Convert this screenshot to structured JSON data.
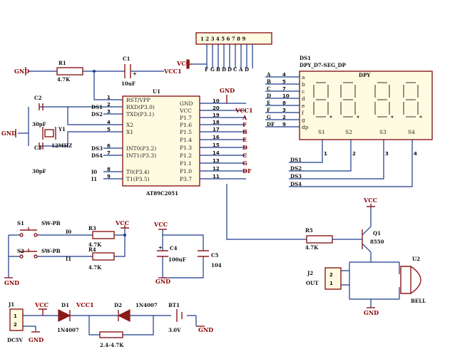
{
  "u1": {
    "ref": "U1",
    "part": "AT89C2051",
    "left_pins": [
      {
        "num": "1",
        "name": "RST/VPP",
        "net": ""
      },
      {
        "num": "2",
        "name": "RXD(P3.0)",
        "net": "DS1"
      },
      {
        "num": "3",
        "name": "TXD(P3.1)",
        "net": "DS2"
      },
      {
        "num": "4",
        "name": "X2",
        "net": ""
      },
      {
        "num": "5",
        "name": "X1",
        "net": ""
      },
      {
        "num": "6",
        "name": "INT0(P3.2)",
        "net": "DS3"
      },
      {
        "num": "7",
        "name": "INT1(P3.3)",
        "net": "DS4"
      },
      {
        "num": "8",
        "name": "T0(P3.4)",
        "net": "I0"
      },
      {
        "num": "9",
        "name": "T1(P3.5)",
        "net": "I1"
      }
    ],
    "right_pins": [
      {
        "num": "10",
        "name": "GND",
        "net": "GND"
      },
      {
        "num": "20",
        "name": "VCC",
        "net": "VCC1"
      },
      {
        "num": "19",
        "name": "P1.7",
        "net": "A"
      },
      {
        "num": "18",
        "name": "P1.6",
        "net": "F"
      },
      {
        "num": "17",
        "name": "P1.5",
        "net": "B"
      },
      {
        "num": "16",
        "name": "P1.4",
        "net": "E"
      },
      {
        "num": "15",
        "name": "P1.3",
        "net": "D"
      },
      {
        "num": "14",
        "name": "P1.2",
        "net": "C"
      },
      {
        "num": "13",
        "name": "P1.1",
        "net": "G"
      },
      {
        "num": "12",
        "name": "P1.0",
        "net": "DF"
      },
      {
        "num": "11",
        "name": "P3.7",
        "net": ""
      }
    ]
  },
  "ds1": {
    "ref": "DS1",
    "part": "DPY_D7-SEG_DP",
    "label": "DPY",
    "pins": [
      {
        "net": "A",
        "num": "4"
      },
      {
        "net": "B",
        "num": "5"
      },
      {
        "net": "C",
        "num": "7"
      },
      {
        "net": "D",
        "num": "10"
      },
      {
        "net": "E",
        "num": "8"
      },
      {
        "net": "F",
        "num": "3"
      },
      {
        "net": "G",
        "num": "2"
      },
      {
        "net": "DF",
        "num": "9"
      }
    ],
    "seg_letters": [
      "a",
      "b",
      "c",
      "d",
      "e",
      "f",
      "g",
      "dp"
    ],
    "digit_pins": [
      "S1",
      "S2",
      "S3",
      "S4"
    ],
    "common_pins": [
      {
        "num": "1",
        "net": "DS1"
      },
      {
        "num": "2",
        "net": "DS2"
      },
      {
        "num": "3",
        "net": "DS3"
      },
      {
        "num": "4",
        "net": "DS4"
      }
    ]
  },
  "header": {
    "label": "VCC",
    "pins": "1 2 3 4 5 6 7 8 9"
  },
  "parts": {
    "r1": {
      "ref": "R1",
      "value": "4.7K"
    },
    "c1": {
      "ref": "C1",
      "value": "10uF"
    },
    "c2": {
      "ref": "C2",
      "value": "30pF"
    },
    "c3": {
      "ref": "C3",
      "value": "30pF"
    },
    "y1": {
      "ref": "Y1",
      "value": "12MHZ"
    },
    "s1": {
      "ref": "S1",
      "value": "SW-PB"
    },
    "s2": {
      "ref": "S2",
      "value": "SW-PB"
    },
    "r3": {
      "ref": "R3",
      "value": "4.7K"
    },
    "r4": {
      "ref": "R4",
      "value": "4.7K"
    },
    "c4": {
      "ref": "C4",
      "value": "100uF"
    },
    "c5": {
      "ref": "C5",
      "value": "104"
    },
    "r5": {
      "ref": "R5",
      "value": "4.7K"
    },
    "q1": {
      "ref": "Q1",
      "value": "8550"
    },
    "u2": {
      "ref": "U2",
      "value": "BELL"
    },
    "j2": {
      "ref": "J2",
      "value": "OUT",
      "pins": [
        "2",
        "1"
      ]
    },
    "j1": {
      "ref": "J1",
      "value": "DC5V",
      "pins": [
        "1",
        "2"
      ]
    },
    "d1": {
      "ref": "D1",
      "value": "1N4007"
    },
    "d2": {
      "ref": "D2",
      "value": "1N4007"
    },
    "bt1": {
      "ref": "BT1",
      "value": "3.0V"
    },
    "r2": {
      "value": "2.4-4.7K"
    }
  },
  "nets": {
    "gnd": "GND",
    "vcc": "VCC",
    "vcc1": "VCC1",
    "i0": "I0",
    "i1": "I1"
  }
}
